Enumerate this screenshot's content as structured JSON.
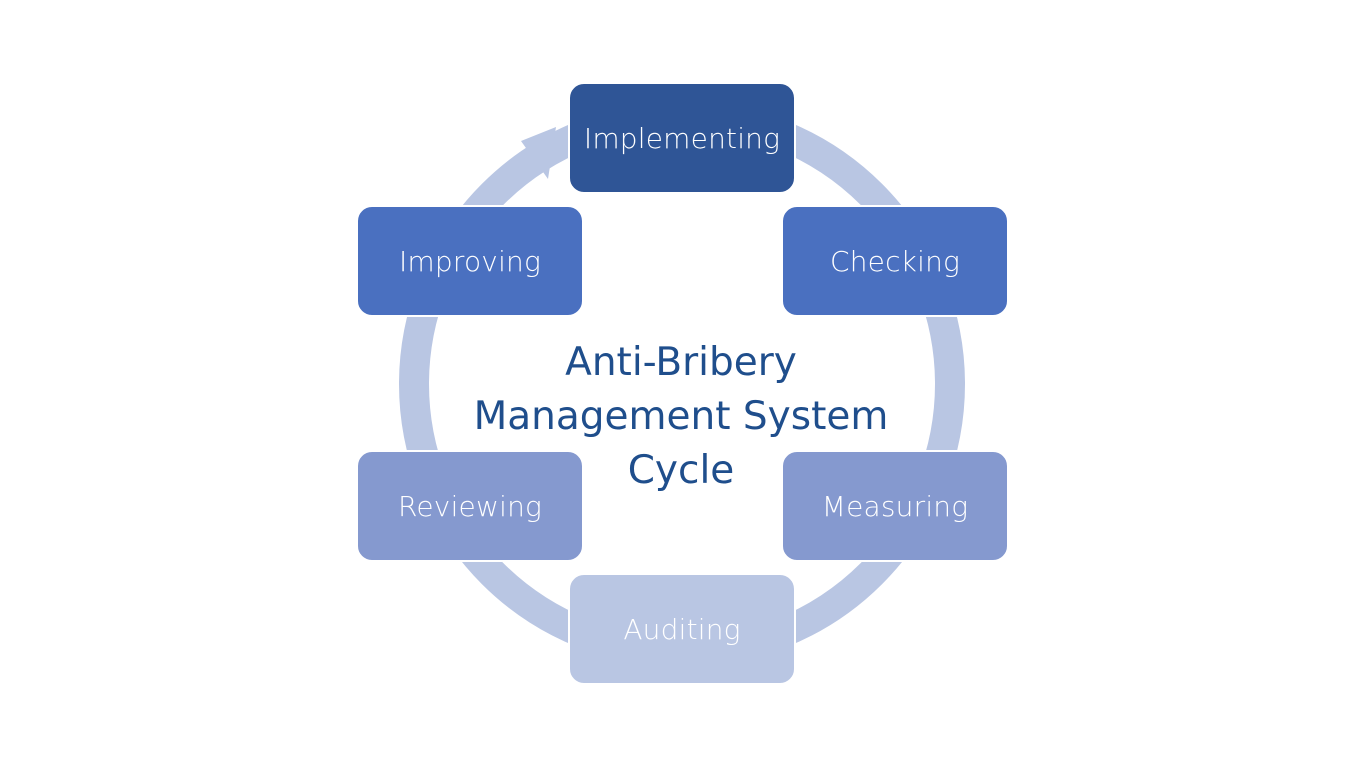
{
  "diagram": {
    "title_lines": [
      "Anti-Bribery",
      "Management System",
      "Cycle"
    ],
    "steps": [
      {
        "label": "Implementing",
        "color": "#2f5596"
      },
      {
        "label": "Checking",
        "color": "#4a70c0"
      },
      {
        "label": "Measuring",
        "color": "#8599cf"
      },
      {
        "label": "Auditing",
        "color": "#b9c6e3"
      },
      {
        "label": "Reviewing",
        "color": "#8599cf"
      },
      {
        "label": "Improving",
        "color": "#4a70c0"
      }
    ],
    "ring_color": "#b9c6e3",
    "title_color": "#1f4e8c",
    "arrow": "cycle-arrow-clockwise"
  }
}
